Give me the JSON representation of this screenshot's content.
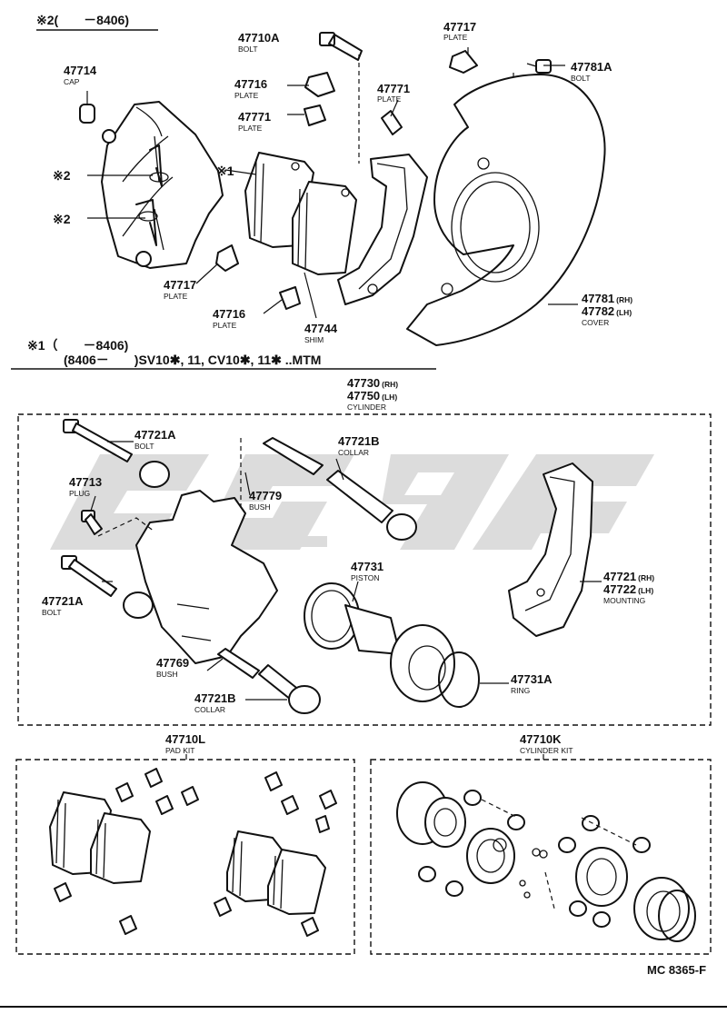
{
  "header": {
    "note2": "※2(　　－8406)"
  },
  "note1": {
    "line1": "※1（　　－8406)",
    "line2": "(8406－　　)SV10✱, 11, CV10✱, 11✱ ..MTM"
  },
  "callouts": [
    {
      "id": "c47710A",
      "number": "47710A",
      "name": "BOLT"
    },
    {
      "id": "c47717a",
      "number": "47717",
      "name": "PLATE"
    },
    {
      "id": "c47781A",
      "number": "47781A",
      "name": "BOLT"
    },
    {
      "id": "c47714",
      "number": "47714",
      "name": "CAP"
    },
    {
      "id": "c47716a",
      "number": "47716",
      "name": "PLATE"
    },
    {
      "id": "c47771a",
      "number": "47771",
      "name": "PLATE"
    },
    {
      "id": "c47771b",
      "number": "47771",
      "name": "PLATE"
    },
    {
      "id": "c47717b",
      "number": "47717",
      "name": "PLATE"
    },
    {
      "id": "c47716b",
      "number": "47716",
      "name": "PLATE"
    },
    {
      "id": "c47744",
      "number": "47744",
      "name": "SHIM"
    },
    {
      "id": "c47721Aa",
      "number": "47721A",
      "name": "BOLT"
    },
    {
      "id": "c47713",
      "number": "47713",
      "name": "PLUG"
    },
    {
      "id": "c47779",
      "number": "47779",
      "name": "BUSH"
    },
    {
      "id": "c47721Ba",
      "number": "47721B",
      "name": "COLLAR"
    },
    {
      "id": "c47731",
      "number": "47731",
      "name": "PISTON"
    },
    {
      "id": "c47721Ab",
      "number": "47721A",
      "name": "BOLT"
    },
    {
      "id": "c47769",
      "number": "47769",
      "name": "BUSH"
    },
    {
      "id": "c47721Bb",
      "number": "47721B",
      "name": "COLLAR"
    },
    {
      "id": "c47731A",
      "number": "47731A",
      "name": "RING"
    },
    {
      "id": "c47710L",
      "number": "47710L",
      "name": "PAD KIT"
    },
    {
      "id": "c47710K",
      "number": "47710K",
      "name": "CYLINDER KIT"
    }
  ],
  "cover": {
    "num1": "47781",
    "sfx1": "(RH)",
    "num2": "47782",
    "sfx2": "(LH)",
    "name": "COVER"
  },
  "cylinder": {
    "num1": "47730",
    "sfx1": "(RH)",
    "num2": "47750",
    "sfx2": "(LH)",
    "name": "CYLINDER"
  },
  "mounting": {
    "num1": "47721",
    "sfx1": "(RH)",
    "num2": "47722",
    "sfx2": "(LH)",
    "name": "MOUNTING"
  },
  "marks": {
    "m1": "※1",
    "m2a": "※2",
    "m2b": "※2"
  },
  "footer": {
    "code": "MC 8365-F"
  }
}
